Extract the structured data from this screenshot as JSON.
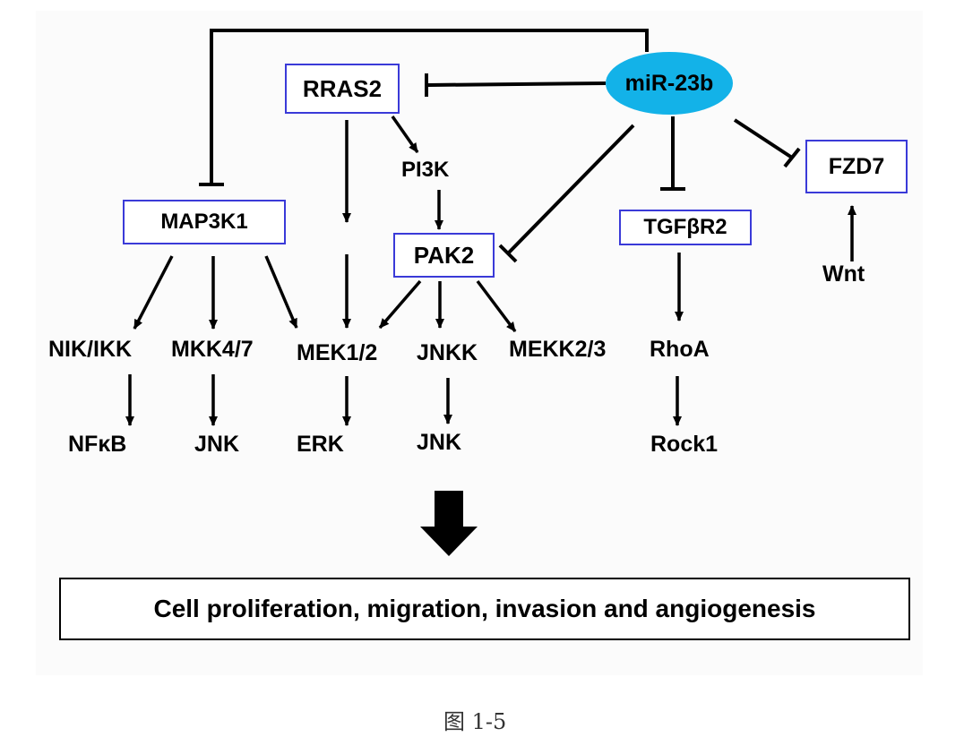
{
  "nodes": {
    "mir23b": "miR-23b",
    "rras2": "RRAS2",
    "pi3k": "PI3K",
    "pak2": "PAK2",
    "map3k1": "MAP3K1",
    "tgfbr2": "TGFβR2",
    "fzd7": "FZD7",
    "wnt": "Wnt",
    "nik_ikk": "NIK/IKK",
    "mkk47": "MKK4/7",
    "mek12": "MEK1/2",
    "jnkk": "JNKK",
    "mekk23": "MEKK2/3",
    "rhoa": "RhoA",
    "nfkb": "NFκB",
    "jnk_left": "JNK",
    "erk": "ERK",
    "jnk_right": "JNK",
    "rock1": "Rock1"
  },
  "outcome": "Cell proliferation, migration, invasion and angiogenesis",
  "caption": "图 1-5",
  "colors": {
    "mir_fill": "#13b2e8",
    "box_border": "#3a3ad8",
    "line": "#000000"
  }
}
